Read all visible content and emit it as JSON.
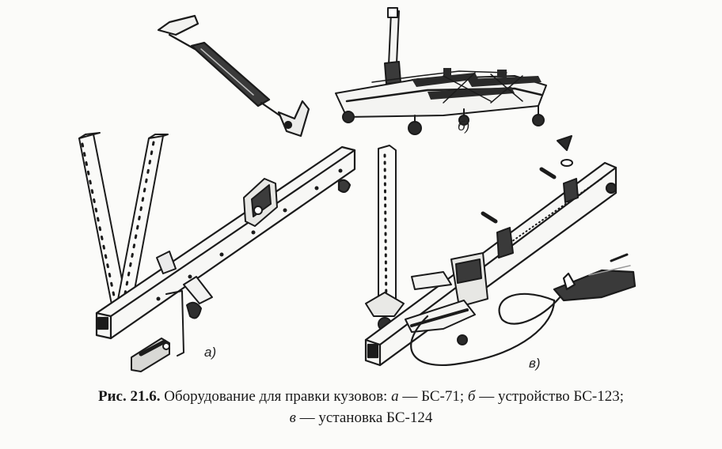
{
  "figure": {
    "labels": {
      "a": "а)",
      "b": "б)",
      "v": "в)"
    }
  },
  "caption": {
    "number": "Рис. 21.6.",
    "title": " Оборудование для правки кузовов: ",
    "item_a_letter": "а",
    "item_a_text": " — БС-71; ",
    "item_b_letter": "б",
    "item_b_text": " — устройство БС-123;",
    "item_v_letter": "в",
    "item_v_text": " — установка БС-124"
  }
}
